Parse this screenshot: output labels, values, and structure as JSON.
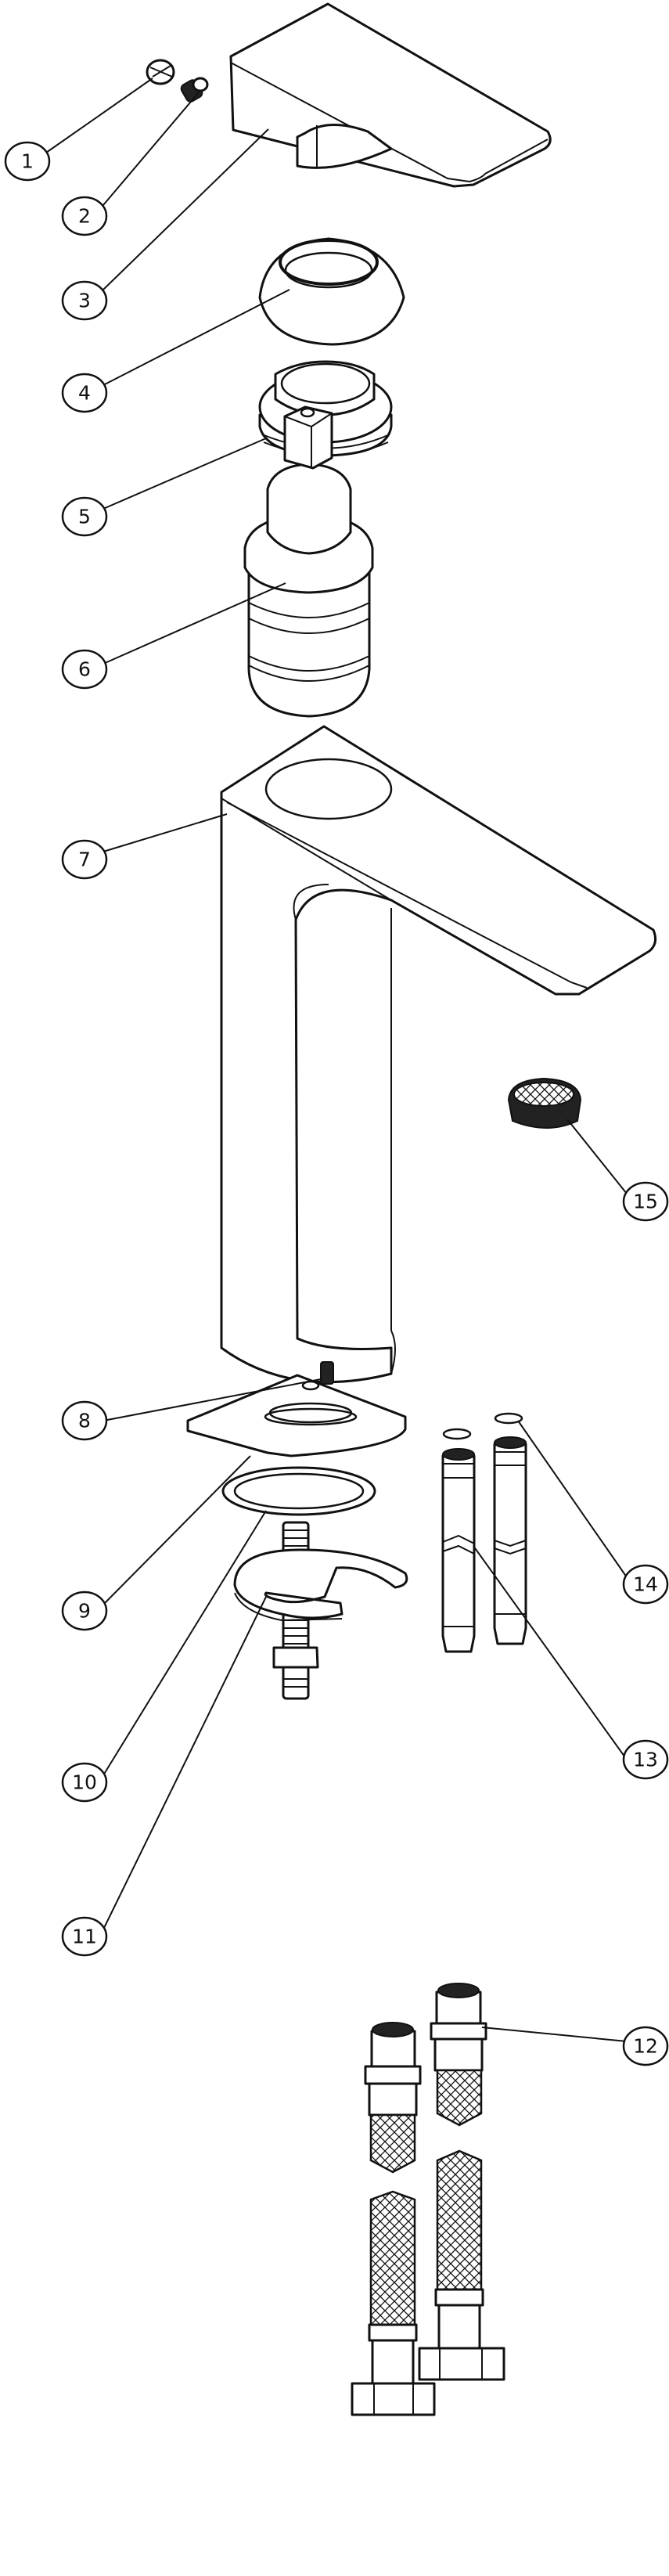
{
  "diagram": {
    "type": "exploded-parts-view",
    "callouts": [
      {
        "number": "1"
      },
      {
        "number": "2"
      },
      {
        "number": "3"
      },
      {
        "number": "4"
      },
      {
        "number": "5"
      },
      {
        "number": "6"
      },
      {
        "number": "7"
      },
      {
        "number": "8"
      },
      {
        "number": "9"
      },
      {
        "number": "10"
      },
      {
        "number": "11"
      },
      {
        "number": "12"
      },
      {
        "number": "13"
      },
      {
        "number": "14"
      },
      {
        "number": "15"
      }
    ]
  }
}
